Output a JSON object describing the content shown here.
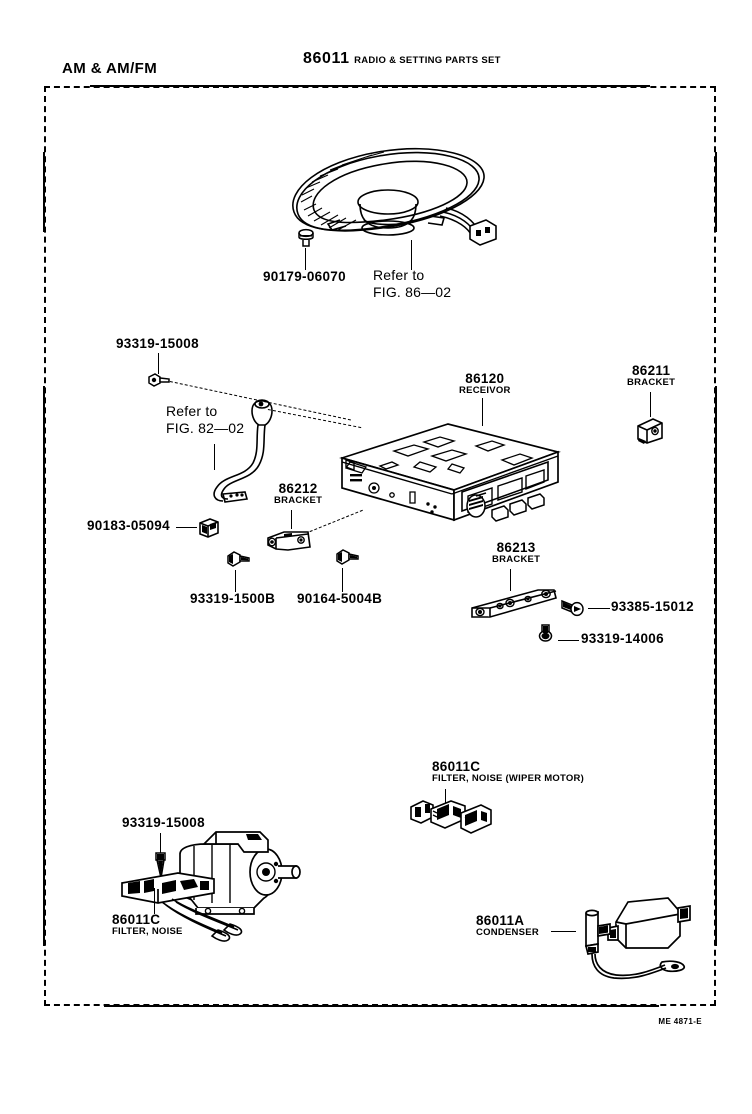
{
  "header": {
    "left_title": "AM & AM/FM",
    "group_number": "86011",
    "group_name": "RADIO & SETTING PARTS SET"
  },
  "footer": {
    "sheet_code": "ME 4871-E"
  },
  "callouts": {
    "speaker_clip": {
      "number": "90179-06070"
    },
    "speaker_refer": {
      "line1": "Refer to",
      "line2": "FIG. 86—02"
    },
    "antenna_screw": {
      "number": "93319-15008"
    },
    "antenna_refer": {
      "line1": "Refer to",
      "line2": "FIG. 82—02"
    },
    "receiver": {
      "number": "86120",
      "name": "RECEIVOR"
    },
    "bracket_86211": {
      "number": "86211",
      "name": "BRACKET"
    },
    "bracket_86212": {
      "number": "86212",
      "name": "BRACKET"
    },
    "grommet_90183": {
      "number": "90183-05094"
    },
    "screw_93319_1500b": {
      "number": "93319-1500B"
    },
    "screw_90164_5004b": {
      "number": "90164-5004B"
    },
    "bracket_86213": {
      "number": "86213",
      "name": "BRACKET"
    },
    "screw_93385": {
      "number": "93385-15012"
    },
    "screw_93319_14006": {
      "number": "93319-14006"
    },
    "filter_wiper": {
      "number": "86011C",
      "name": "FILTER, NOISE (WIPER MOTOR)"
    },
    "filter_noise": {
      "number": "86011C",
      "name": "FILTER, NOISE"
    },
    "motor_screw": {
      "number": "93319-15008"
    },
    "condenser": {
      "number": "86011A",
      "name": "CONDENSER"
    }
  },
  "colors": {
    "ink": "#000000",
    "paper": "#ffffff"
  }
}
